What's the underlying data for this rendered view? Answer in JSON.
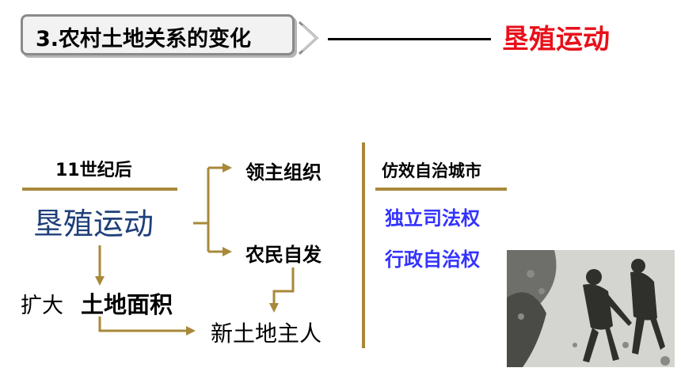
{
  "header": {
    "title": "3.农村土地关系的变化",
    "highlight": "垦殖运动"
  },
  "diagram": {
    "period": "11世纪后",
    "main_node": "垦殖运动",
    "branch_top": "领主组织",
    "branch_bottom": "农民自发",
    "expand_prefix": "扩大",
    "expand_bold": "土地面积",
    "result": "新土地主人"
  },
  "right_panel": {
    "heading": "仿效自治城市",
    "items": [
      "独立司法权",
      "行政自治权"
    ]
  },
  "colors": {
    "accent_red": "#e8101a",
    "arrow_gold": "#a8893a",
    "blue_text": "#3333ff"
  }
}
